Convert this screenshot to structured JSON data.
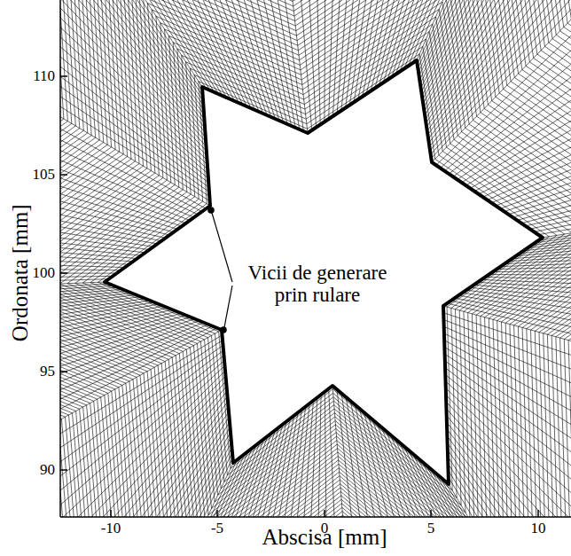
{
  "diagram": {
    "labels": [
      "Ordonata [mm]",
      "Abscisa [mm]",
      "Vicii de generare prin rulare",
      "110",
      "105",
      "100",
      "95",
      "90",
      "-10",
      "-5",
      "0",
      "5",
      "10"
    ]
  }
}
